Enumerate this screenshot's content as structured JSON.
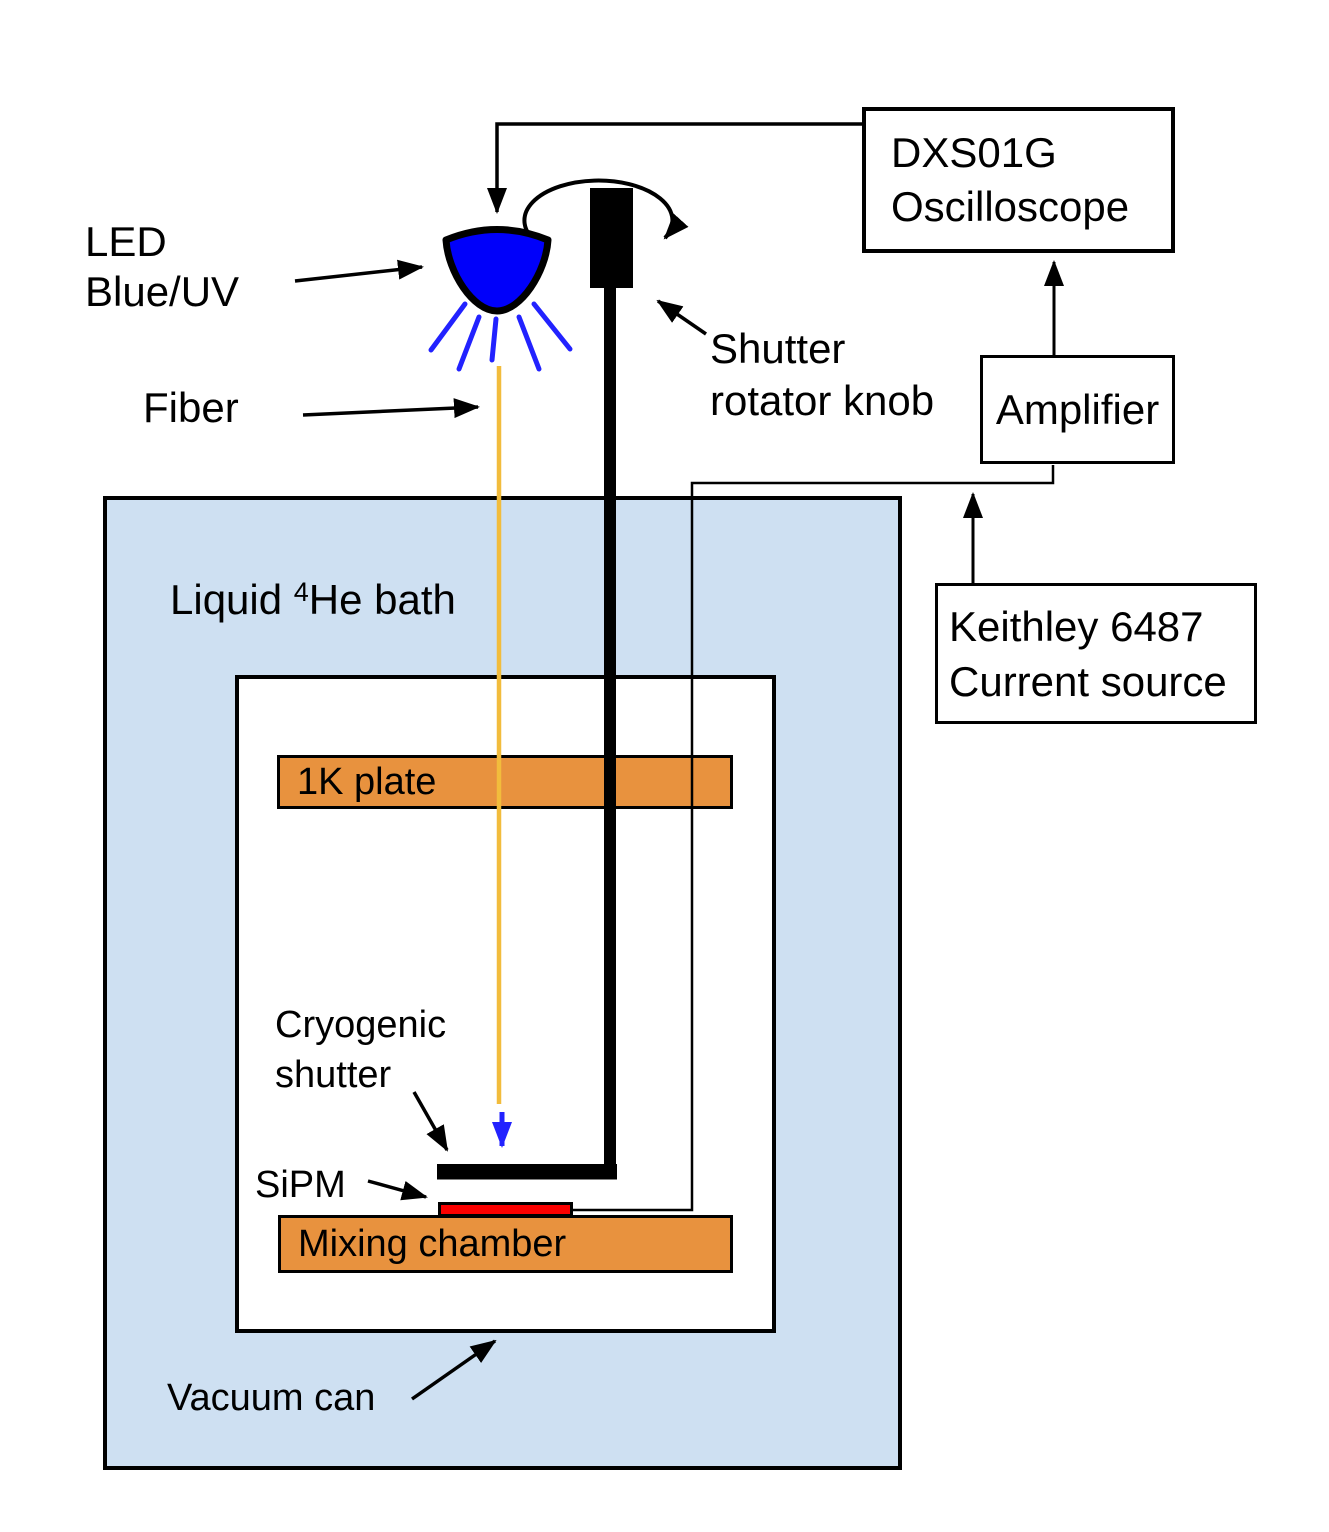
{
  "diagram": {
    "labels": {
      "led": {
        "line1": "LED",
        "line2": "Blue/UV"
      },
      "fiber": "Fiber",
      "shutter_knob": {
        "line1": "Shutter",
        "line2": "rotator knob"
      },
      "bath": {
        "prefix": "Liquid ",
        "isotope": "4",
        "suffix": "He bath"
      },
      "plate_1k": "1K plate",
      "cryo_shutter": {
        "line1": "Cryogenic",
        "line2": "shutter"
      },
      "sipm": "SiPM",
      "mixing_chamber": "Mixing chamber",
      "vacuum_can": "Vacuum can"
    },
    "instruments": {
      "oscilloscope": {
        "line1": "DXS01G",
        "line2": "Oscilloscope"
      },
      "amplifier": "Amplifier",
      "current_source": {
        "line1": "Keithley 6487",
        "line2": "Current source"
      }
    },
    "colors": {
      "bath_fill": "#CEE0F2",
      "plate_fill": "#E8923E",
      "sipm_fill": "#FB0000",
      "led_fill": "#0000FA",
      "light_ray_blue": "#2222FF",
      "fiber_yellow": "#F2BC3C",
      "line_black": "#000000"
    }
  }
}
